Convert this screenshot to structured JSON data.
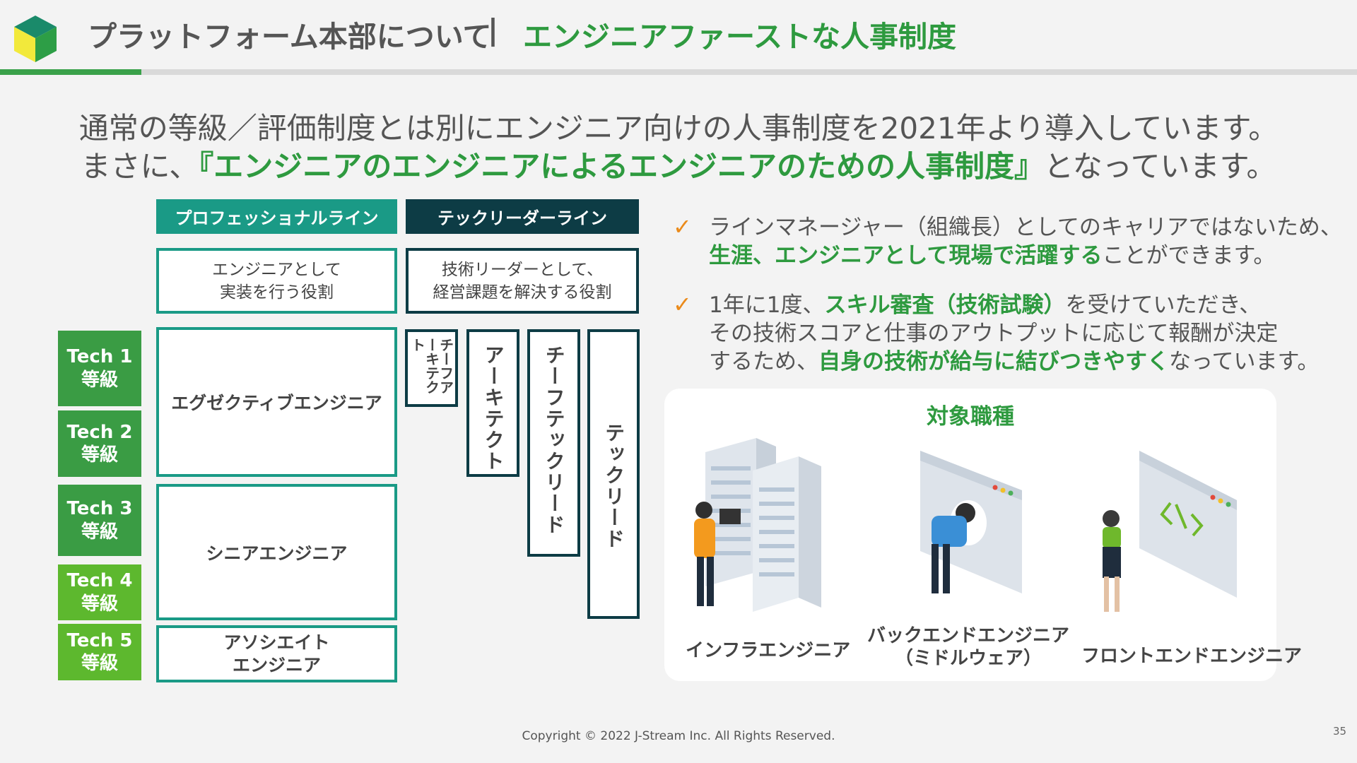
{
  "header": {
    "title": "プラットフォーム本部について",
    "separator": "|",
    "subtitle": "エンジニアファーストな人事制度"
  },
  "lead": {
    "line1": "通常の等級／評価制度とは別にエンジニア向けの人事制度を2021年より導入しています。",
    "line2_pre": "まさに、",
    "line2_green": "『エンジニアのエンジニアによるエンジニアのための人事制度』",
    "line2_post": "となっています。"
  },
  "career": {
    "professional_label": "プロフェッショナルライン",
    "techlead_label": "テックリーダーライン",
    "professional_desc_1": "エンジニアとして",
    "professional_desc_2": "実装を行う役割",
    "techlead_desc_1": "技術リーダーとして、",
    "techlead_desc_2": "経営課題を解決する役割",
    "levels": [
      {
        "tech": "Tech 1",
        "grade": "等級"
      },
      {
        "tech": "Tech 2",
        "grade": "等級"
      },
      {
        "tech": "Tech 3",
        "grade": "等級"
      },
      {
        "tech": "Tech 4",
        "grade": "等級"
      },
      {
        "tech": "Tech 5",
        "grade": "等級"
      }
    ],
    "executive": "エグゼクティブエンジニア",
    "senior": "シニアエンジニア",
    "associate_1": "アソシエイト",
    "associate_2": "エンジニア",
    "chief_architect": "チーフアーキテクト",
    "architect": "アーキテクト",
    "chief_techlead": "チーフテックリード",
    "techlead": "テックリード"
  },
  "bullets": [
    {
      "mark": "✓",
      "l1": "ラインマネージャー（組織長）としてのキャリアではないため、",
      "l2_green": "生涯、エンジニアとして現場で活躍する",
      "l2_post": "ことができます。"
    },
    {
      "mark": "✓",
      "l1_pre": "1年に1度、",
      "l1_green": "スキル審査（技術試験）",
      "l1_post": "を受けていただき、",
      "l2": "その技術スコアと仕事のアウトプットに応じて報酬が決定",
      "l3_pre": "するため、",
      "l3_green": "自身の技術が給与に結びつきやすく",
      "l3_post": "なっています。"
    }
  ],
  "target": {
    "title": "対象職種",
    "infra": "インフラエンジニア",
    "backend_1": "バックエンドエンジニア",
    "backend_2": "（ミドルウェア）",
    "frontend": "フロントエンドエンジニア"
  },
  "footer": {
    "copyright": "Copyright © 2022 J-Stream Inc. All Rights Reserved.",
    "page": "35"
  },
  "colors": {
    "brand_green": "#2e9a3f",
    "teal": "#1a9a86",
    "dark_navy": "#0d3c45",
    "check_orange": "#ea8a1a"
  },
  "icons": {
    "logo": "cube-logo-icon",
    "check": "check-icon",
    "server": "server-illustration",
    "backend": "window-peek-illustration",
    "frontend": "code-window-illustration"
  }
}
